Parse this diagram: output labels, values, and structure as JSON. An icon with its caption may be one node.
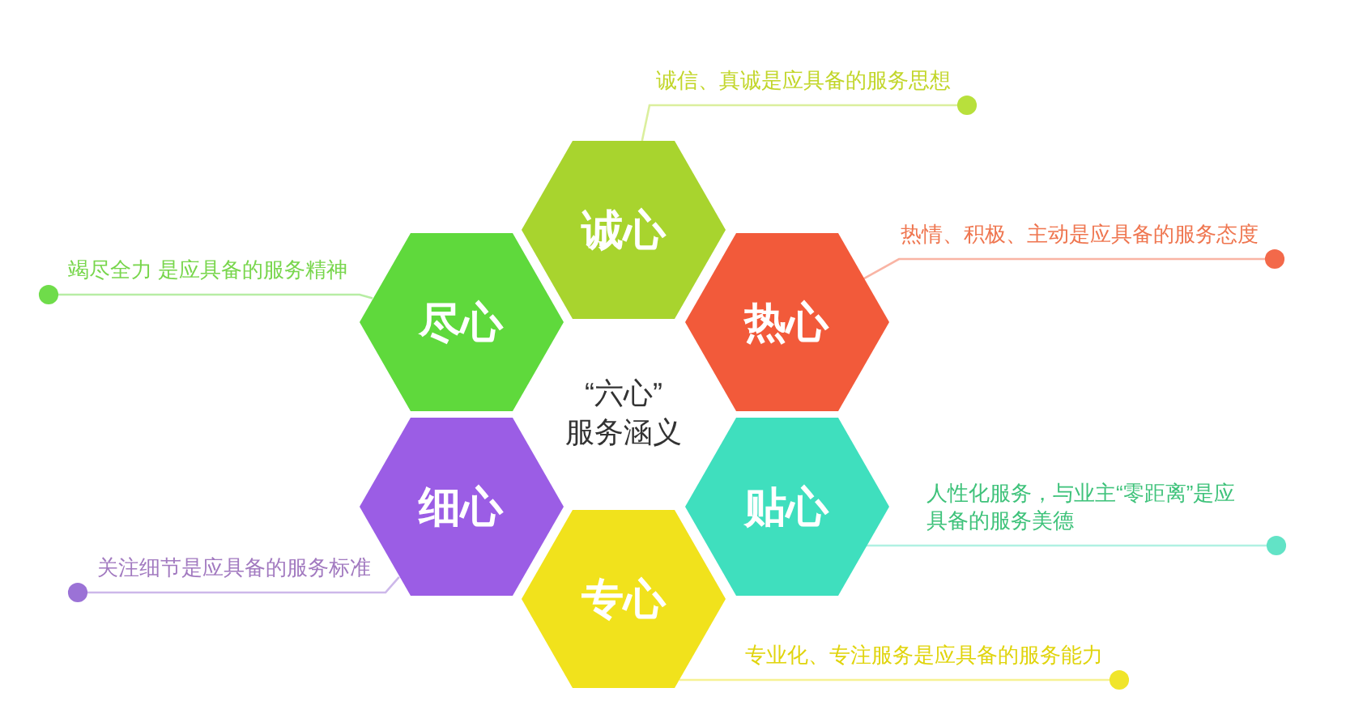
{
  "diagram": {
    "nodes": [
      {
        "text": [
          "诚信、真诚是应具备的服务思想"
        ]
      },
      {
        "text": [
          "诚心"
        ]
      },
      {
        "text": [
          "竭尽全力 是应具备的服务精神"
        ]
      },
      {
        "text": [
          "尽心"
        ]
      },
      {
        "text": [
          "热心"
        ]
      },
      {
        "text": [
          "热情、积极、主动是应具备的服务态度"
        ]
      },
      {
        "text": [
          "细心"
        ]
      },
      {
        "text": [
          "贴心"
        ]
      },
      {
        "text": [
          "人性化服务，与业主“零距离”是应具备的服务美德"
        ]
      },
      {
        "text": [
          "关注细节是应具备的服务标准"
        ]
      },
      {
        "text": [
          "专心"
        ]
      },
      {
        "text": [
          "专业化、专注服务是应具备的服务能力"
        ]
      }
    ],
    "edges": [
      {
        "from": 0,
        "to": 1,
        "arrow": "other",
        "color": "#b8e03c"
      },
      {
        "from": 2,
        "to": 3,
        "arrow": "other",
        "color": "#6fdc4a"
      },
      {
        "from": 5,
        "to": 4,
        "arrow": "other",
        "color": "#f3694a"
      },
      {
        "from": 8,
        "to": 7,
        "arrow": "other",
        "color": "#62e3c6"
      },
      {
        "from": 9,
        "to": 6,
        "arrow": "other",
        "color": "#9b72d6"
      },
      {
        "from": 11,
        "to": 10,
        "arrow": "other",
        "color": "#f0e52a"
      }
    ],
    "labels": [
      "“六心”",
      "服务涵义"
    ]
  }
}
